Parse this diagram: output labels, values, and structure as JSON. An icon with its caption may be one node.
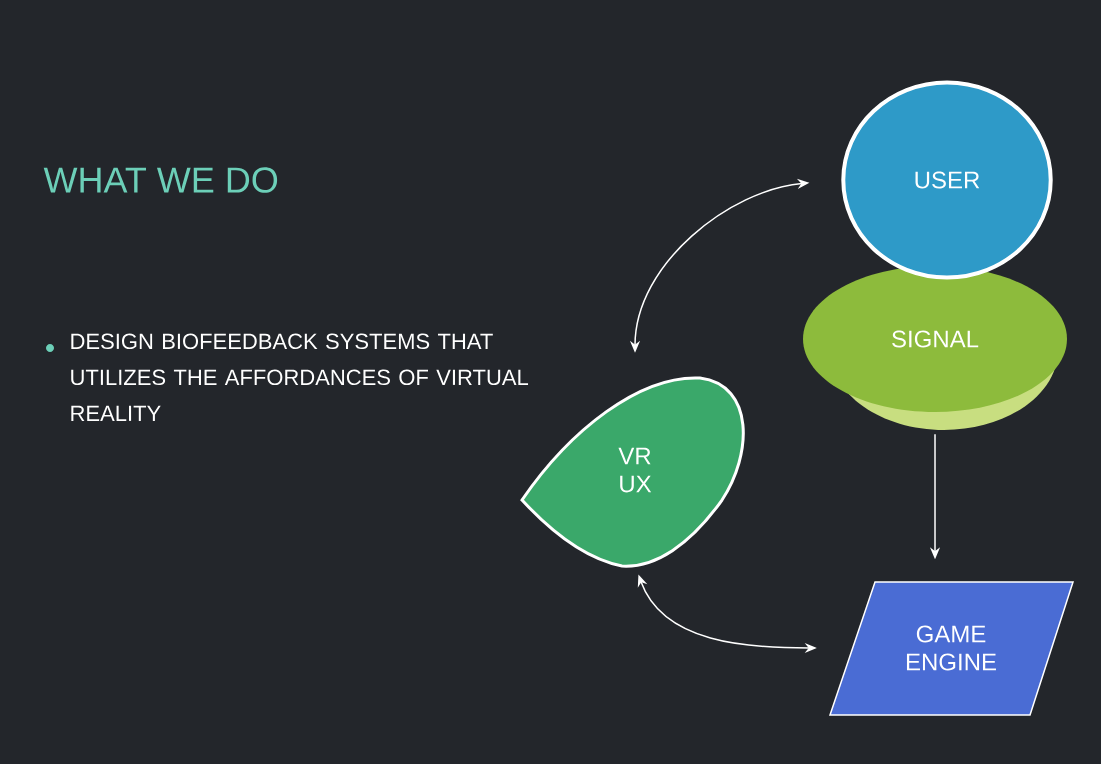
{
  "diagram": {
    "title": "WHAT WE DO",
    "nodes": [
      {
        "text": [
          "USER"
        ]
      },
      {
        "text": [
          "SIGNAL"
        ]
      },
      {
        "text": [
          "VR UX"
        ]
      },
      {
        "text": [
          "GAME ENGINE"
        ]
      }
    ],
    "edges": [
      {
        "from": 2,
        "to": 0,
        "arrow": "both"
      },
      {
        "from": 1,
        "to": 3,
        "arrow": "to"
      },
      {
        "from": 2,
        "to": 3,
        "arrow": "both"
      }
    ],
    "labels": [
      "DESIGN BIOFEEDBACK SYSTEMS THAT UTILIZES THE AFFORDANCES OF VIRTUAL REALITY"
    ]
  }
}
